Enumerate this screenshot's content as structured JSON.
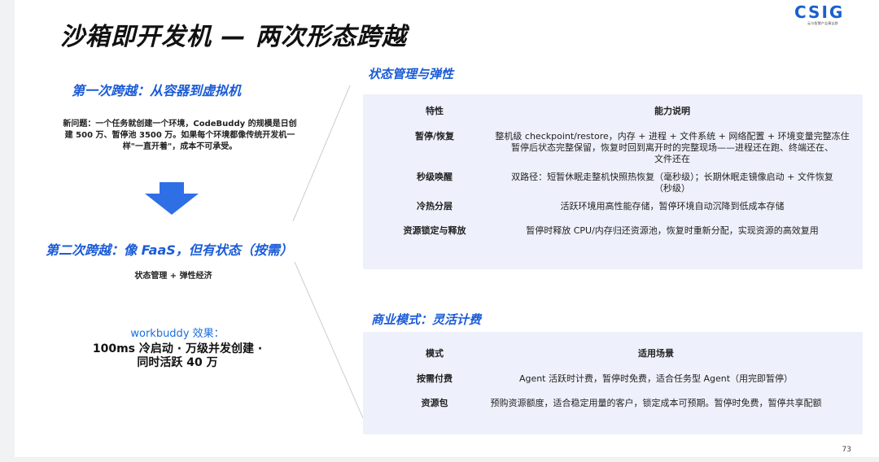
{
  "title": "沙箱即开发机 — 两次形态跨越",
  "logo": {
    "text": "CSIG",
    "subtitle": "云与智慧产业事业群"
  },
  "left": {
    "first_heading": "第一次跨越：从容器到虚拟机",
    "problem": "新问题：一个任务就创建一个环境，CodeBuddy 的规模是日创建 500 万、暂停池 3500 万。如果每个环境都像传统开发机一样\"一直开着\"，成本不可承受。",
    "second_heading": "第二次跨越：像 FaaS，但有状态（按需）",
    "second_sub": "状态管理 + 弹性经济",
    "effect_title": "workbuddy 效果：",
    "effect_line1": "100ms 冷启动 · 万级并发创建 ·",
    "effect_line2": "同时活跃 40 万"
  },
  "state_section": {
    "heading": "状态管理与弹性",
    "headers": [
      "特性",
      "能力说明"
    ],
    "rows": [
      {
        "feature": "暂停/恢复",
        "lines": [
          "整机级 checkpoint/restore，内存 + 进程 + 文件系统 + 网络配置 + 环境变量完整冻住",
          "暂停后状态完整保留，恢复时回到离开时的完整现场——进程还在跑、终端还在、",
          "文件还在"
        ]
      },
      {
        "feature": "秒级唤醒",
        "lines": [
          "双路径：短暂休眠走整机快照热恢复（毫秒级）；长期休眠走镜像启动 + 文件恢复",
          "（秒级）"
        ]
      },
      {
        "feature": "冷热分层",
        "lines": [
          "活跃环境用高性能存储，暂停环境自动沉降到低成本存储"
        ]
      },
      {
        "feature": "资源锁定与释放",
        "lines": [
          "暂停时释放 CPU/内存归还资源池，恢复时重新分配，实现资源的高效复用"
        ]
      }
    ]
  },
  "biz_section": {
    "heading": "商业模式：灵活计费",
    "headers": [
      "模式",
      "适用场景"
    ],
    "rows": [
      {
        "mode": "按需付费",
        "desc": "Agent 活跃时计费，暂停时免费，适合任务型 Agent（用完即暂停）"
      },
      {
        "mode": "资源包",
        "desc": "预购资源额度，适合稳定用量的客户，锁定成本可预期。暂停时免费，暂停共享配额"
      }
    ]
  },
  "page_number": "73",
  "colors": {
    "accent": "#1b5cd6",
    "arrow": "#2f6fe6",
    "panel": "#eef1fb"
  }
}
